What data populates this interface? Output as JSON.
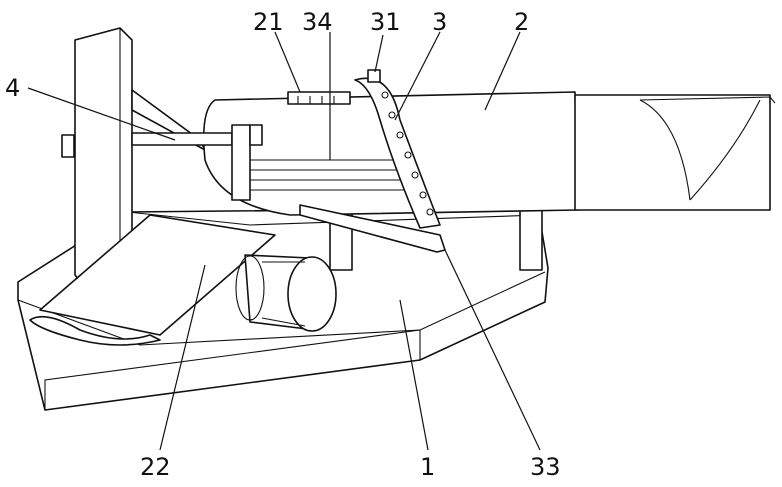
{
  "figure": {
    "labels": {
      "l21": "21",
      "l34": "34",
      "l31": "31",
      "l3": "3",
      "l2": "2",
      "l4": "4",
      "l22": "22",
      "l1": "1",
      "l33": "33"
    }
  }
}
